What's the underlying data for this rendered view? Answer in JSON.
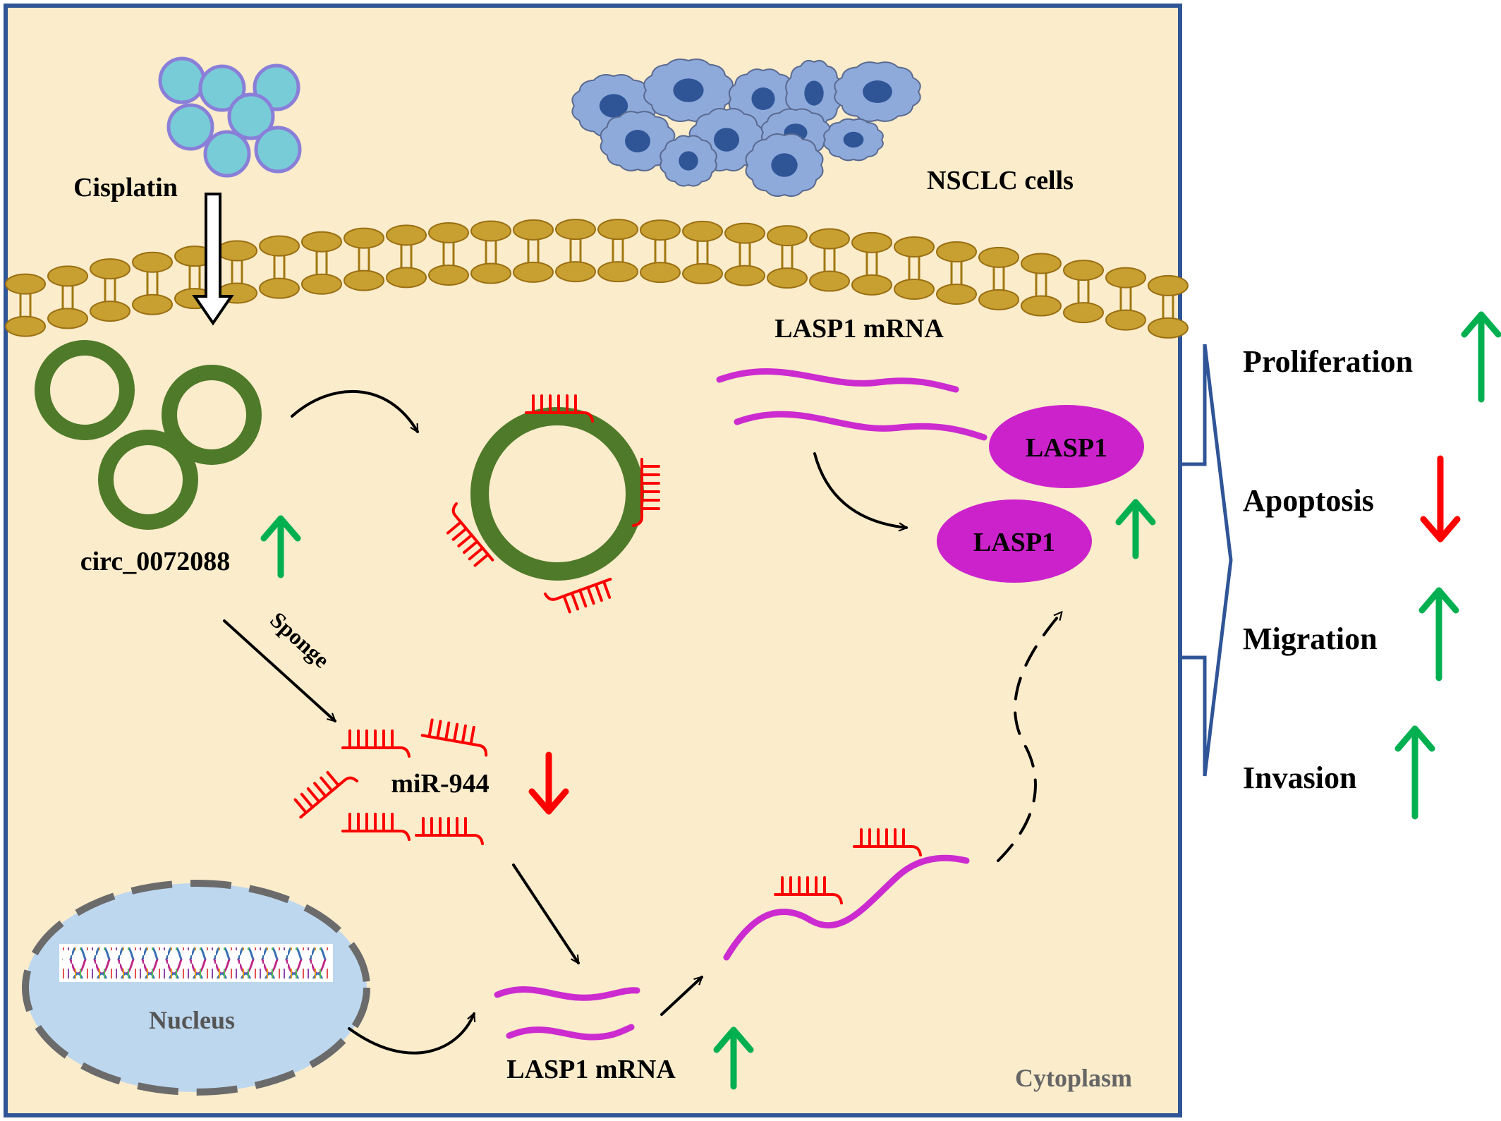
{
  "labels": {
    "cisplatin": "Cisplatin",
    "nsclc_cells": "NSCLC cells",
    "circ": "circ_0072088",
    "sponge": "Sponge",
    "mir": "miR-944",
    "nucleus": "Nucleus",
    "lasp1_mrna_bottom": "LASP1 mRNA",
    "lasp1_mrna_top": "LASP1 mRNA",
    "lasp1_protein_1": "LASP1",
    "lasp1_protein_2": "LASP1",
    "cytoplasm": "Cytoplasm"
  },
  "outcomes": [
    {
      "label": "Proliferation",
      "direction": "up"
    },
    {
      "label": "Apoptosis",
      "direction": "down"
    },
    {
      "label": "Migration",
      "direction": "up"
    },
    {
      "label": "Invasion",
      "direction": "up"
    }
  ],
  "regulation": {
    "circ": "up",
    "mir": "down",
    "lasp1_mrna": "up",
    "lasp1_protein": "up"
  },
  "colors": {
    "cytoplasm_bg": "#fbeccb",
    "frame": "#2f5597",
    "circ_rna": "#4f7a2a",
    "mirna": "#ff0000",
    "mrna": "#cc2bd0",
    "protein": "#cc22cc",
    "up_arrow": "#00b050",
    "down_arrow": "#ff0000",
    "membrane": "#c8a032",
    "cisplatin": "#78ccd8",
    "nsclc_cell": "#8eaadb",
    "nsclc_nucleus": "#2f5597",
    "nucleus_fill": "#bdd7ee"
  }
}
